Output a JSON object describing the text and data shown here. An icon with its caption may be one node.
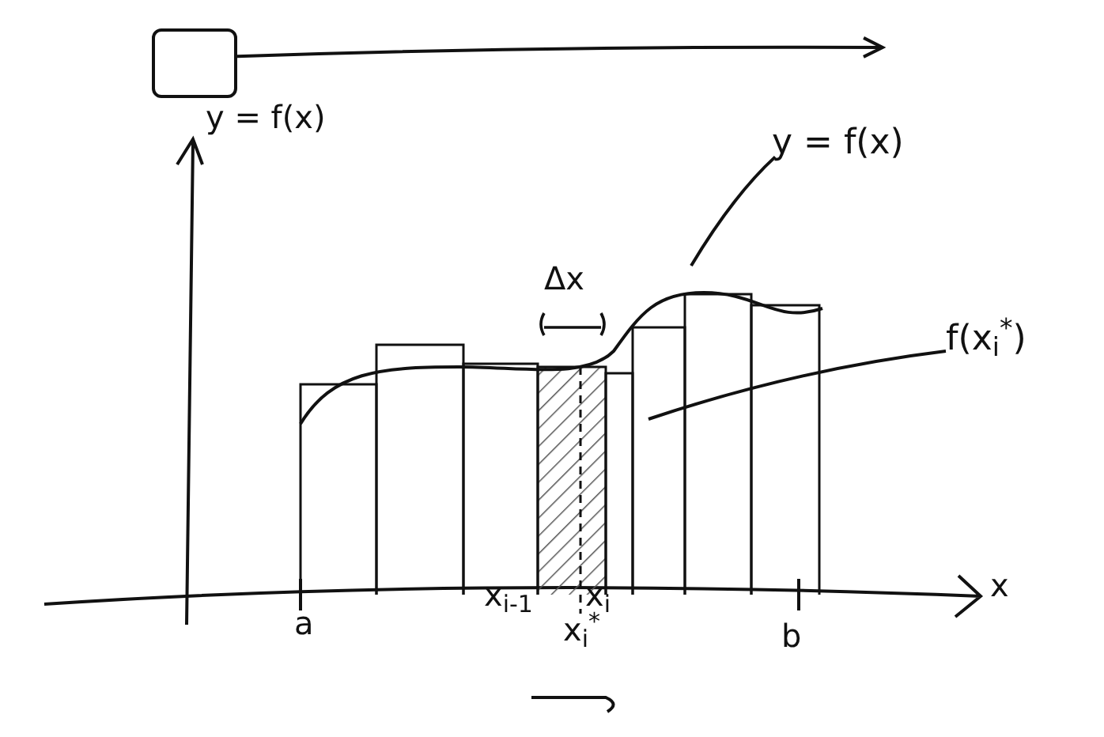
{
  "diagram": {
    "nodes": [
      {
        "text": [],
        "shape": "box"
      },
      {
        "text": [
          "y = f(x)"
        ]
      },
      {
        "text": [
          "f(x$_{i}$$^{*}$)"
        ]
      }
    ],
    "edges": [
      {
        "from": 0,
        "to": null,
        "arrow": "to"
      },
      {
        "from": 1,
        "to": null,
        "arrow": "none"
      },
      {
        "from": 2,
        "to": null,
        "arrow": "none"
      }
    ],
    "labels": [
      "y = f(x)",
      "Δx",
      "x",
      "a",
      "x$_{i-1}$",
      "x$_{i}$",
      "x$_{i}$$^{*}$",
      "b"
    ]
  }
}
